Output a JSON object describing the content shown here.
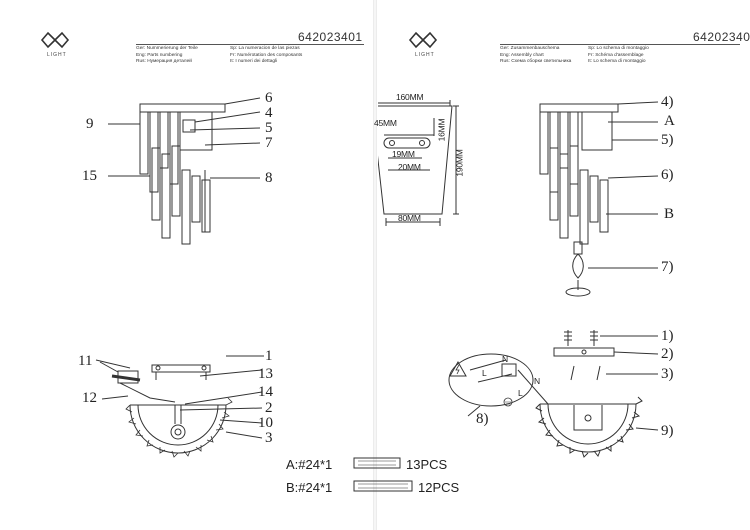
{
  "product_code": "642023401",
  "logo_text": "LIGHT",
  "left_legend": {
    "col1": [
      "Ger: Nummerierung der Teile",
      "Eng: Parts numbering",
      "Rus: Нумерация деталей"
    ],
    "col2": [
      "Sp: La numeracion de las piezas",
      "Fr: Numérotation des composants",
      "It: I numeri dei dettagli"
    ]
  },
  "right_legend": {
    "col1": [
      "Ger: Zusammenbauschema",
      "Eng: Assembly chart",
      "Rus: Схема сборки светильника"
    ],
    "col2": [
      "Sp: Lo schema di montaggio",
      "Fr: Schéma d'assemblage",
      "It: Lo schema di montaggio"
    ]
  },
  "part_labels_left": [
    "9",
    "6",
    "4",
    "5",
    "7",
    "15",
    "8",
    "11",
    "1",
    "13",
    "12",
    "14",
    "2",
    "10",
    "3"
  ],
  "dimensions": [
    "160MM",
    "45MM",
    "16MM",
    "19MM",
    "20MM",
    "190MM",
    "80MM"
  ],
  "part_labels_right": [
    "4)",
    "A",
    "5)",
    "6)",
    "B",
    "7)",
    "1)",
    "2)",
    "3)",
    "8)",
    "9)"
  ],
  "wire_labels": [
    "N",
    "L",
    "N",
    "L"
  ],
  "crystals": {
    "a": {
      "label": "A:#24*1",
      "count": "13PCS"
    },
    "b": {
      "label": "B:#24*1",
      "count": "12PCS"
    }
  },
  "icons": [
    "mw-logo-icon",
    "electric-warning-icon",
    "ground-icon"
  ]
}
